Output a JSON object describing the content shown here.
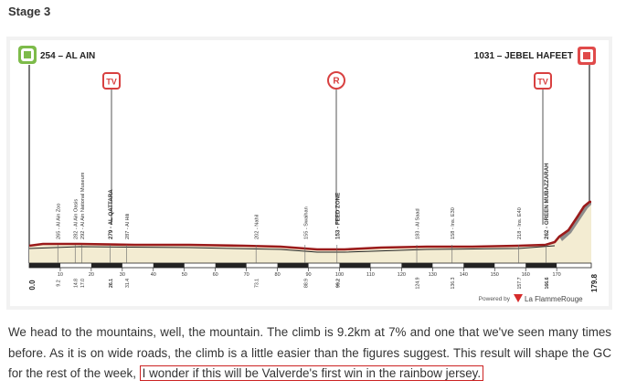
{
  "page": {
    "title": "Stage 3"
  },
  "profile": {
    "start": {
      "altitude": "254",
      "name": "AL AIN",
      "km": "0.0"
    },
    "finish": {
      "altitude": "1031",
      "name": "JEBEL HAFEET",
      "km": "179.8"
    },
    "tv_label": "TV",
    "feed_label": "R",
    "waypoints": [
      {
        "label": "265 - Al Ain Zoo",
        "km": "9.2"
      },
      {
        "label": "282 - Al Ain Oasis",
        "km": "14.8"
      },
      {
        "label": "292 - Al Ain National Museum",
        "km": "17.0"
      },
      {
        "label": "279 - AL QATTARA",
        "km": "26.1",
        "bold": true
      },
      {
        "label": "287 - Al Hili",
        "km": "31.4"
      },
      {
        "label": "202 - Nahil",
        "km": "73.1"
      },
      {
        "label": "155 - Swaihan",
        "km": "88.9"
      },
      {
        "label": "153 - FEED ZONE",
        "km": "99.2",
        "bold": true
      },
      {
        "label": "183 - Al Saad",
        "km": "124.9"
      },
      {
        "label": "158 - Ins. E30",
        "km": "136.3"
      },
      {
        "label": "218 - Ins. E40",
        "km": "157.7"
      },
      {
        "label": "262 - GREEN MUBAZZARAH",
        "km": "166.6",
        "bold": true
      }
    ],
    "axis_ticks": [
      "10",
      "20",
      "30",
      "40",
      "50",
      "60",
      "70",
      "80",
      "90",
      "100",
      "110",
      "120",
      "130",
      "140",
      "150",
      "160",
      "170"
    ],
    "branding": {
      "powered_by": "Powered by",
      "brand": "La FlammeRouge"
    }
  },
  "article": {
    "text_before": "We head to the mountains, well, the mountain. The climb is 9.2km at 7% and one that we've seen many times before. As it is on wide roads, the climb is a little easier than the figures suggest. This result will shape the GC for the rest of the week, ",
    "highlight": "I wonder if this will be Valverde's first win in the rainbow jersey."
  }
}
